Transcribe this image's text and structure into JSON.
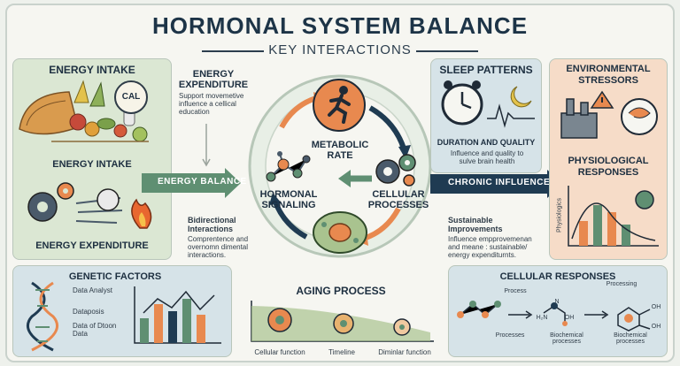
{
  "title": "HORMONAL SYSTEM BALANCE",
  "subtitle": "KEY INTERACTIONS",
  "energy_intake_panel": {
    "title": "ENERGY INTAKE",
    "cal_label": "CAL",
    "intake_label": "ENERGY INTAKE",
    "expenditure_label": "ENERGY EXPENDITURE"
  },
  "energy_expenditure_note": {
    "title": "ENERGY EXPENDITURE",
    "text": "Support movemetive influence a cellical education"
  },
  "energy_balance_label": "ENERGY BALANCE",
  "bidirectional_note": {
    "title": "Bidirectional Interactions",
    "text": "Comprentence and overnomn dimental interactions."
  },
  "cycle": {
    "metabolic_rate": "METABOLIC RATE",
    "hormonal_signaling": "HORMONAL SIGNALING",
    "cellular_processes": "CELLULAR PROCESSES"
  },
  "sleep_panel": {
    "title": "SLEEP PATTERNS",
    "subtitle": "DURATION AND QUALITY",
    "text": "Influence and quality to sulve brain health"
  },
  "environment_panel": {
    "title": "ENVIRONMENTAL STRESSORS",
    "responses_title": "PHYSIOLOGICAL RESPONSES",
    "axis_label": "Physiologics"
  },
  "chronic_influence_label": "CHRONIC INFLUENCE",
  "sustainable_note": {
    "title": "Sustainable Improvements",
    "text": "Influence empprovemenan and meane : sustainable/ energy expenditurnts."
  },
  "genetic_panel": {
    "title": "GENETIC FACTORS",
    "items": [
      "Data Analyst",
      "Dataposis",
      "Data of Dtoon Data"
    ]
  },
  "aging_panel": {
    "title": "AGING PROCESS",
    "labels": [
      "Cellular function",
      "Timeline",
      "Diminlar function"
    ]
  },
  "cellular_panel": {
    "title": "CELLULAR RESPONSES",
    "labels": [
      "Process",
      "Processes",
      "Biochemical processes",
      "Processing",
      "Biochemical processes"
    ],
    "chem_labels": [
      "N",
      "H₂N",
      "OH",
      "OH",
      "OH"
    ]
  },
  "colors": {
    "accent_green": "#5f8f72",
    "accent_navy": "#1f3b52",
    "accent_orange": "#e8894f",
    "panel_green": "#dbe7d3",
    "panel_blue": "#d6e3e8",
    "panel_peach": "#f6dcc8"
  }
}
